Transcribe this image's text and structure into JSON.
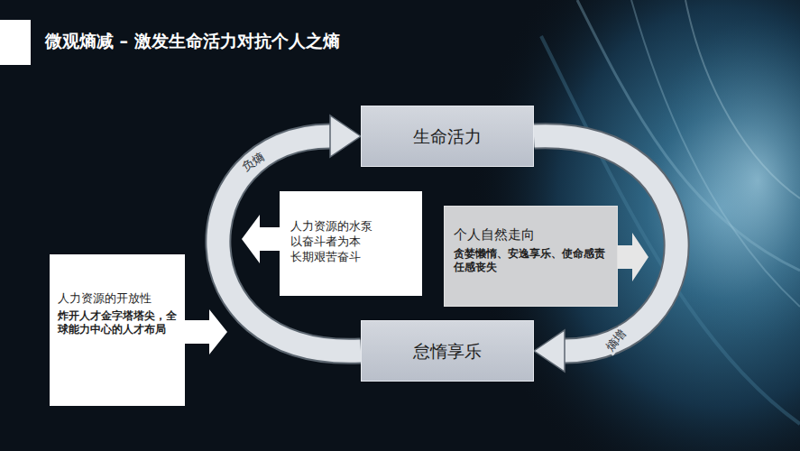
{
  "diagram": {
    "title": "微观熵减 – 激发生命活力对抗个人之熵",
    "nodes": [
      {
        "text": [
          "生命活力"
        ]
      },
      {
        "text": [
          "人力资源的水泵 以奋斗者为本 长期艰苦奋斗"
        ]
      },
      {
        "text": [
          "个人自然走向",
          "贪婪懒惰、安逸享乐、使命感责任感丧失"
        ]
      },
      {
        "text": [
          "人力资源的开放性",
          "炸开人才金字塔塔尖，全球能力中心的人才布局"
        ]
      },
      {
        "text": [
          "怠惰享乐"
        ]
      }
    ],
    "edges": [
      {
        "from": 4,
        "to": 0,
        "arrow": "to",
        "label": "负熵"
      },
      {
        "from": 0,
        "to": 4,
        "arrow": "to",
        "label": "熵增"
      }
    ]
  }
}
